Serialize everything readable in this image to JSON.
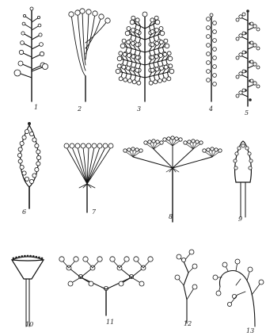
{
  "plate": {
    "diagrams": [
      {
        "id": "fig-1",
        "label": "1",
        "kind": "raceme"
      },
      {
        "id": "fig-2",
        "label": "2",
        "kind": "corymb"
      },
      {
        "id": "fig-3",
        "label": "3",
        "kind": "panicle"
      },
      {
        "id": "fig-4",
        "label": "4",
        "kind": "spike"
      },
      {
        "id": "fig-5",
        "label": "5",
        "kind": "compound-spike"
      },
      {
        "id": "fig-6",
        "label": "6",
        "kind": "spadix"
      },
      {
        "id": "fig-7",
        "label": "7",
        "kind": "umbel"
      },
      {
        "id": "fig-8",
        "label": "8",
        "kind": "compound-umbel"
      },
      {
        "id": "fig-9",
        "label": "9",
        "kind": "head"
      },
      {
        "id": "fig-10",
        "label": "10",
        "kind": "capitulum"
      },
      {
        "id": "fig-11",
        "label": "11",
        "kind": "dichasium"
      },
      {
        "id": "fig-12",
        "label": "12",
        "kind": "monochasium-scorpioid"
      },
      {
        "id": "fig-13",
        "label": "13",
        "kind": "monochasium-helicoid"
      }
    ]
  }
}
